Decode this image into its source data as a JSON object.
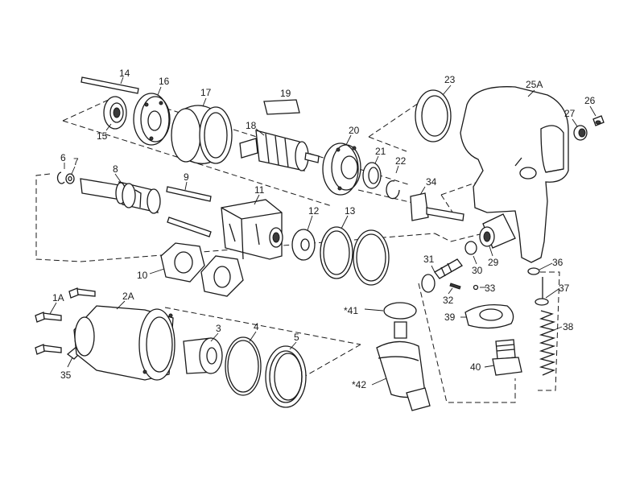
{
  "diagram": {
    "labels": [
      {
        "id": "14",
        "text": "14"
      },
      {
        "id": "16",
        "text": "16"
      },
      {
        "id": "17",
        "text": "17"
      },
      {
        "id": "19",
        "text": "19"
      },
      {
        "id": "15",
        "text": "15"
      },
      {
        "id": "18",
        "text": "18"
      },
      {
        "id": "20",
        "text": "20"
      },
      {
        "id": "23",
        "text": "23"
      },
      {
        "id": "25A",
        "text": "25A"
      },
      {
        "id": "26",
        "text": "26"
      },
      {
        "id": "27",
        "text": "27"
      },
      {
        "id": "21",
        "text": "21"
      },
      {
        "id": "22",
        "text": "22"
      },
      {
        "id": "6",
        "text": "6"
      },
      {
        "id": "7",
        "text": "7"
      },
      {
        "id": "8",
        "text": "8"
      },
      {
        "id": "9",
        "text": "9"
      },
      {
        "id": "11",
        "text": "11"
      },
      {
        "id": "34",
        "text": "34"
      },
      {
        "id": "12",
        "text": "12"
      },
      {
        "id": "13",
        "text": "13"
      },
      {
        "id": "31",
        "text": "31"
      },
      {
        "id": "30",
        "text": "30"
      },
      {
        "id": "29",
        "text": "29"
      },
      {
        "id": "36",
        "text": "36"
      },
      {
        "id": "10",
        "text": "10"
      },
      {
        "id": "32",
        "text": "32"
      },
      {
        "id": "33",
        "text": "33"
      },
      {
        "id": "37",
        "text": "37"
      },
      {
        "id": "1A",
        "text": "1A"
      },
      {
        "id": "2A",
        "text": "2A"
      },
      {
        "id": "41",
        "text": "*41"
      },
      {
        "id": "39",
        "text": "39"
      },
      {
        "id": "38",
        "text": "38"
      },
      {
        "id": "3",
        "text": "3"
      },
      {
        "id": "4",
        "text": "4"
      },
      {
        "id": "5",
        "text": "5"
      },
      {
        "id": "40",
        "text": "40"
      },
      {
        "id": "35",
        "text": "35"
      },
      {
        "id": "42",
        "text": "*42"
      }
    ]
  }
}
